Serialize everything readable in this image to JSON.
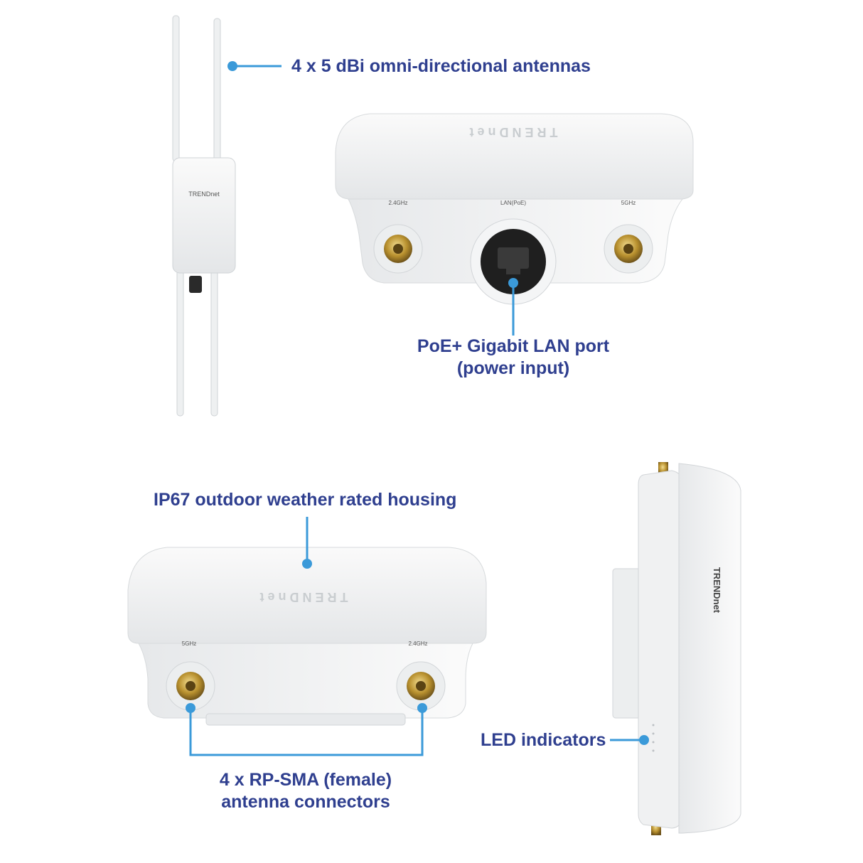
{
  "callouts": {
    "antennas": "4 x 5 dBi omni-directional antennas",
    "lan_port_line1": "PoE+ Gigabit LAN port",
    "lan_port_line2": "(power input)",
    "housing": "IP67 outdoor weather rated housing",
    "connectors_line1": "4 x RP-SMA (female)",
    "connectors_line2": "antenna connectors",
    "led": "LED indicators"
  },
  "device_markings": {
    "brand": "TRENDnet",
    "port_top": {
      "left": "2.4GHz",
      "center": "LAN(PoE)",
      "right": "5GHz"
    },
    "port_bottom": {
      "left": "5GHz",
      "right": "2.4GHz"
    }
  },
  "colors": {
    "callout_text": "#2f3f8f",
    "callout_line": "#3b9ad9",
    "housing": "#f1f2f3"
  }
}
